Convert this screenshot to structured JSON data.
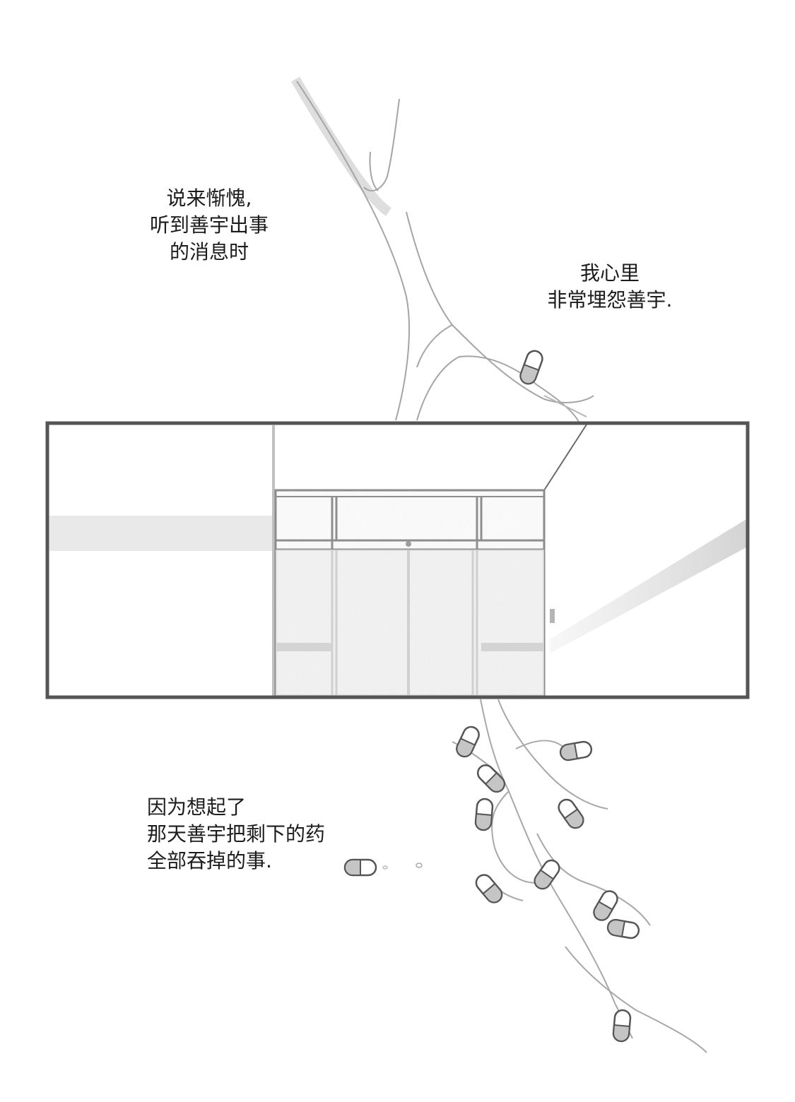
{
  "caption_top_left": {
    "lines": [
      "说来惭愧,",
      "听到善宇出事",
      "的消息时"
    ]
  },
  "caption_top_right": {
    "lines": [
      "我心里",
      "非常埋怨善宇."
    ]
  },
  "caption_bottom": {
    "lines": [
      "因为想起了",
      "那天善宇把剩下的药",
      "全部吞掉的事."
    ]
  },
  "colors": {
    "panel_border": "#555555",
    "pencil_line": "#9a9a9a",
    "pill_shade": "#b9b9b9"
  }
}
